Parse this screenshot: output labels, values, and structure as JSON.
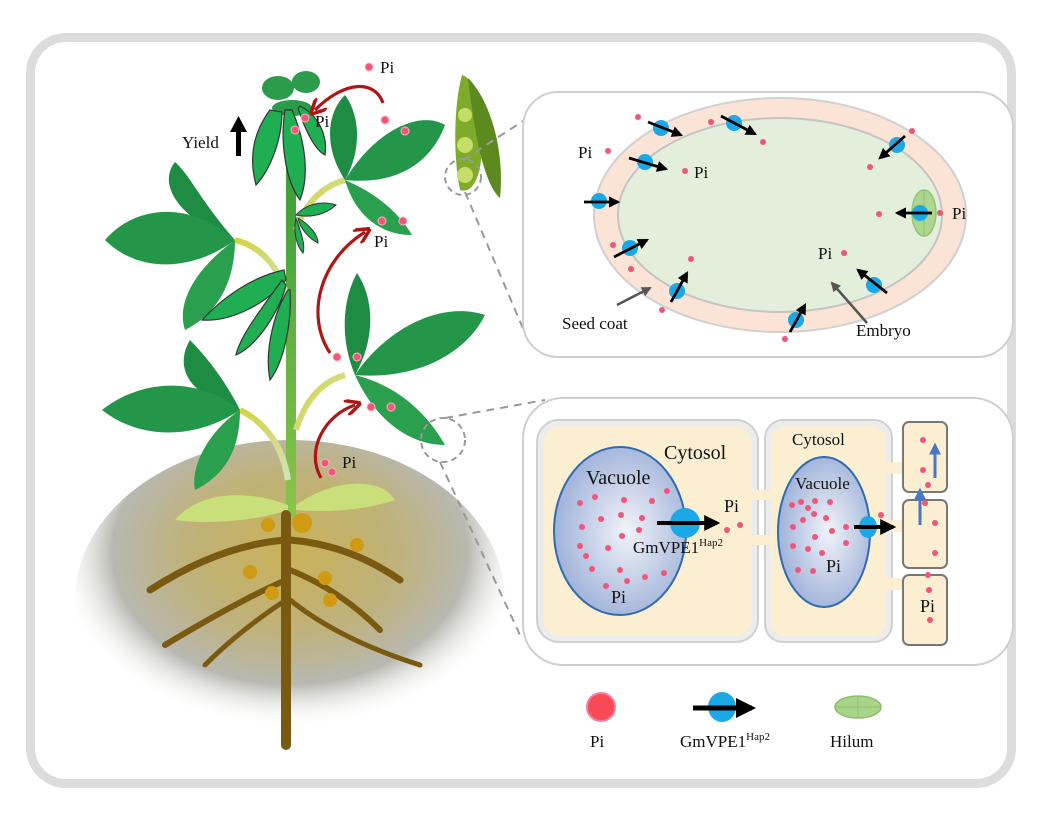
{
  "figure": {
    "title": "Soybean GmVPE1 Hap2 phosphate transport model"
  },
  "plant": {
    "yield_label": "Yield",
    "pi_labels": [
      "Pi",
      "Pi",
      "Pi",
      "Pi"
    ]
  },
  "seed_panel": {
    "pi_labels": [
      "Pi",
      "Pi",
      "Pi",
      "Pi"
    ],
    "seed_coat_label": "Seed coat",
    "embryo_label": "Embryo"
  },
  "cell_panel": {
    "cytosol_label_1": "Cytosol",
    "cytosol_label_2": "Cytosol",
    "vacuole_label_1": "Vacuole",
    "vacuole_label_2": "Vacuole",
    "transporter_label": "GmVPE1",
    "transporter_sup": "Hap2",
    "pi_labels": [
      "Pi",
      "Pi",
      "Pi",
      "Pi"
    ]
  },
  "legend": {
    "items": [
      {
        "label": "Pi",
        "icon": "pi-dot-icon"
      },
      {
        "label": "GmVPE1",
        "sup": "Hap2",
        "icon": "transporter-arrow-icon"
      },
      {
        "label": "Hilum",
        "icon": "hilum-icon"
      }
    ]
  },
  "colors": {
    "pi": "#f0567a",
    "transporter": "#1aa9e6",
    "leaf": "#23964a",
    "pod": "#1fae52",
    "root": "#7a5a10",
    "nodule": "#d09a12",
    "seed_coat": "#fbe3d6",
    "embryo": "#e3eedb",
    "cytosol": "#fcefd1",
    "vacuole": "#b9c8e4",
    "red_arrow": "#b01515",
    "blue_arrow": "#4a76c8",
    "hilum": "#a8d48a"
  }
}
